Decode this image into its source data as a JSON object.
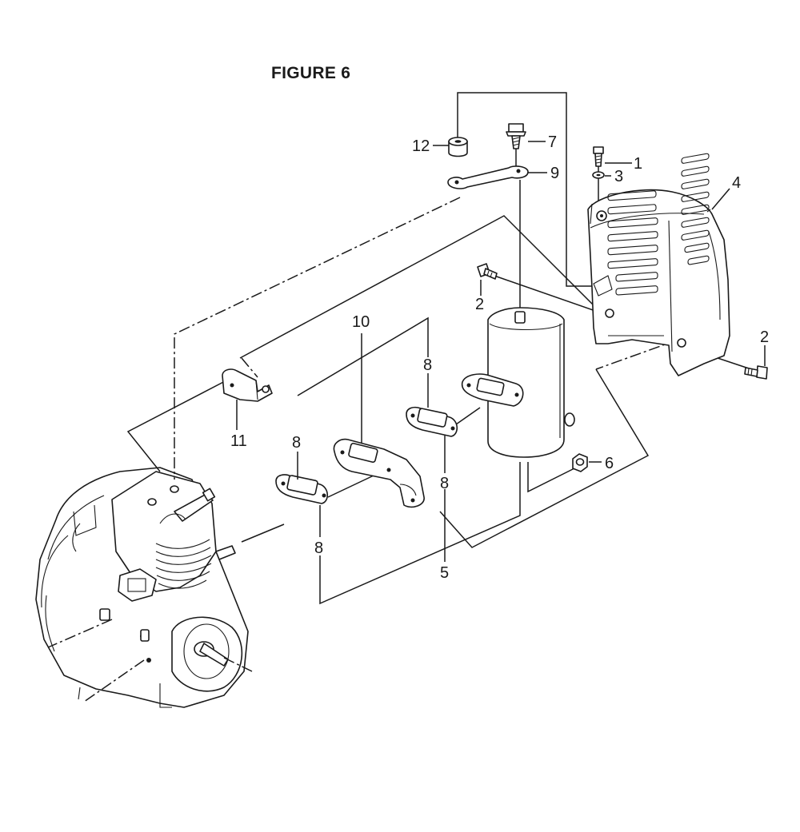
{
  "figure": {
    "title": "FIGURE 6"
  },
  "callouts": {
    "c1": "1",
    "c2a": "2",
    "c2b": "2",
    "c3": "3",
    "c4": "4",
    "c5": "5",
    "c6": "6",
    "c7": "7",
    "c8a": "8",
    "c8b": "8",
    "c8c": "8",
    "c8d": "8",
    "c9": "9",
    "c10": "10",
    "c11": "11",
    "c12": "12"
  },
  "colors": {
    "ink": "#1a1a1a",
    "paper": "#ffffff"
  }
}
